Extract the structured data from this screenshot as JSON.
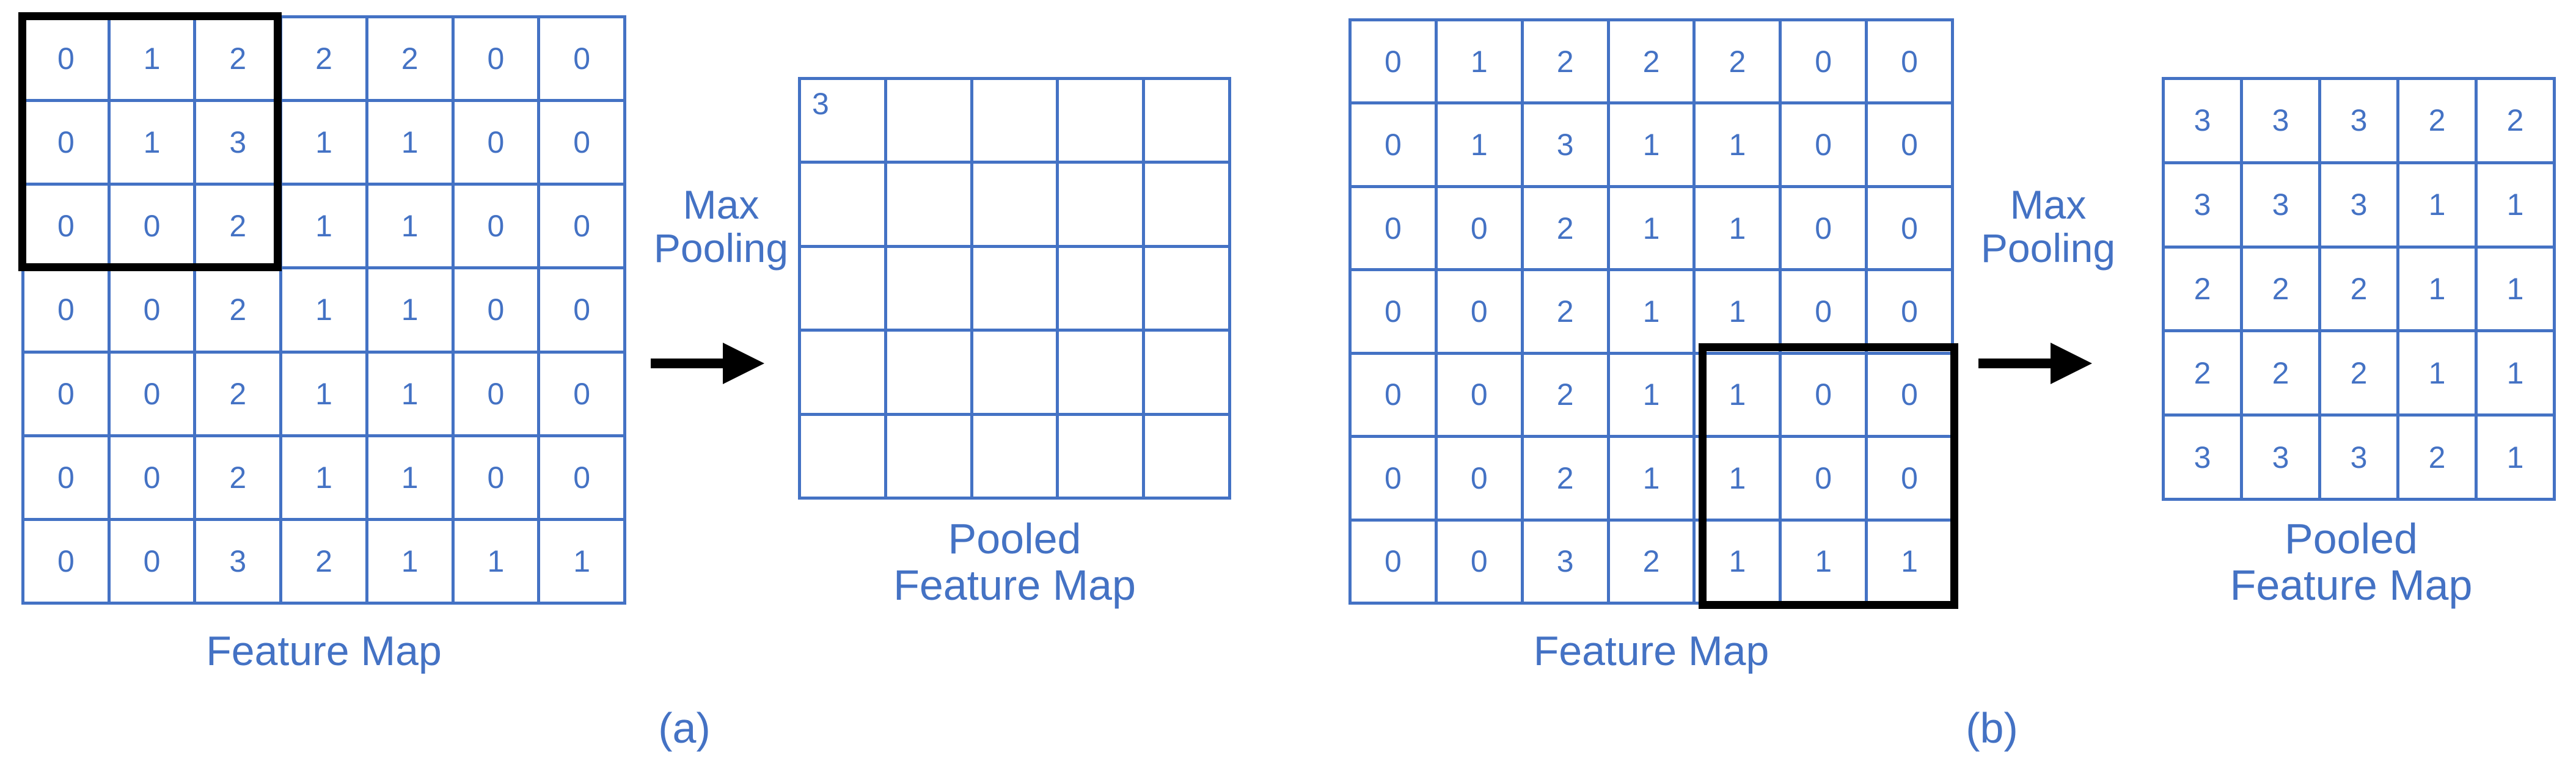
{
  "figure": {
    "panels": [
      {
        "id": "a",
        "caption": "(a)",
        "operation_label": "Max\nPooling",
        "arrow_icon": "right-arrow-icon",
        "feature_map": {
          "title": "Feature Map",
          "rows": 7,
          "cols": 7,
          "values": [
            [
              0,
              1,
              2,
              2,
              2,
              0,
              0
            ],
            [
              0,
              1,
              3,
              1,
              1,
              0,
              0
            ],
            [
              0,
              0,
              2,
              1,
              1,
              0,
              0
            ],
            [
              0,
              0,
              2,
              1,
              1,
              0,
              0
            ],
            [
              0,
              0,
              2,
              1,
              1,
              0,
              0
            ],
            [
              0,
              0,
              2,
              1,
              1,
              0,
              0
            ],
            [
              0,
              0,
              3,
              2,
              1,
              1,
              1
            ]
          ],
          "window": {
            "row_start": 1,
            "col_start": 1,
            "row_end": 3,
            "col_end": 3
          }
        },
        "pooled_map": {
          "title": "Pooled\nFeature Map",
          "rows": 5,
          "cols": 5,
          "values": [
            [
              "3",
              "",
              "",
              "",
              ""
            ],
            [
              "",
              "",
              "",
              "",
              ""
            ],
            [
              "",
              "",
              "",
              "",
              ""
            ],
            [
              "",
              "",
              "",
              "",
              ""
            ],
            [
              "",
              "",
              "",
              "",
              ""
            ]
          ]
        }
      },
      {
        "id": "b",
        "caption": "(b)",
        "operation_label": "Max\nPooling",
        "arrow_icon": "right-arrow-icon",
        "feature_map": {
          "title": "Feature Map",
          "rows": 7,
          "cols": 7,
          "values": [
            [
              0,
              1,
              2,
              2,
              2,
              0,
              0
            ],
            [
              0,
              1,
              3,
              1,
              1,
              0,
              0
            ],
            [
              0,
              0,
              2,
              1,
              1,
              0,
              0
            ],
            [
              0,
              0,
              2,
              1,
              1,
              0,
              0
            ],
            [
              0,
              0,
              2,
              1,
              1,
              0,
              0
            ],
            [
              0,
              0,
              2,
              1,
              1,
              0,
              0
            ],
            [
              0,
              0,
              3,
              2,
              1,
              1,
              1
            ]
          ],
          "window": {
            "row_start": 5,
            "col_start": 5,
            "row_end": 7,
            "col_end": 7
          }
        },
        "pooled_map": {
          "title": "Pooled\nFeature Map",
          "rows": 5,
          "cols": 5,
          "values": [
            [
              "3",
              "3",
              "3",
              "2",
              "2"
            ],
            [
              "3",
              "3",
              "3",
              "1",
              "1"
            ],
            [
              "2",
              "2",
              "2",
              "1",
              "1"
            ],
            [
              "2",
              "2",
              "2",
              "1",
              "1"
            ],
            [
              "3",
              "3",
              "3",
              "2",
              "1"
            ]
          ]
        }
      }
    ],
    "colors": {
      "accent_blue": "#4472c4",
      "highlight_black": "#000000",
      "background": "#ffffff"
    }
  }
}
